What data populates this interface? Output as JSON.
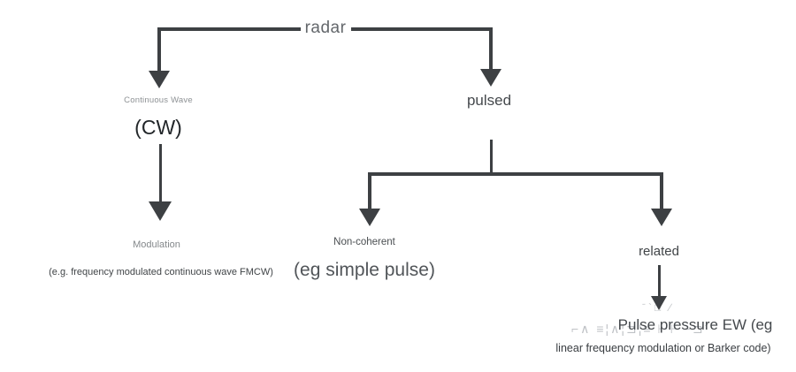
{
  "diagram": {
    "root": {
      "label": "radar"
    },
    "cw": {
      "name": "Continuous Wave",
      "abbr": "(CW)",
      "child": {
        "label": "Modulation",
        "example": "(e.g. frequency modulated continuous wave FMCW)"
      }
    },
    "pulsed": {
      "label": "pulsed",
      "noncoherent": {
        "label": "Non-coherent",
        "example": "(eg simple pulse)"
      },
      "related": {
        "label": "related",
        "child": {
          "label": "Pulse pressure EW (eg",
          "example": "linear frequency modulation or Barker code)"
        }
      }
    }
  },
  "watermark": {
    "fragment1": "ˉ`□ ∕",
    "fragment2": "⌐∧ ≡¦∧¦⊐¦≡ ⊢⊦ −⊐´"
  },
  "colors": {
    "background": "#ffffff",
    "line": "#3d4043"
  }
}
